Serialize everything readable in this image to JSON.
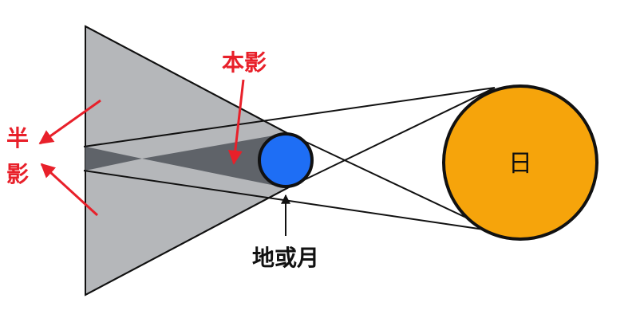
{
  "labels": {
    "umbra": "本影",
    "penumbra_top": "半",
    "penumbra_bottom": "影",
    "earth_or_moon": "地或月",
    "sun": "日"
  },
  "colors": {
    "penumbra_fill": "#b5b7ba",
    "umbra_fill": "#5f6369",
    "sun_fill": "#f6a40b",
    "body_fill": "#1e6ef5",
    "line": "#111111",
    "annotation": "#e8202a"
  }
}
